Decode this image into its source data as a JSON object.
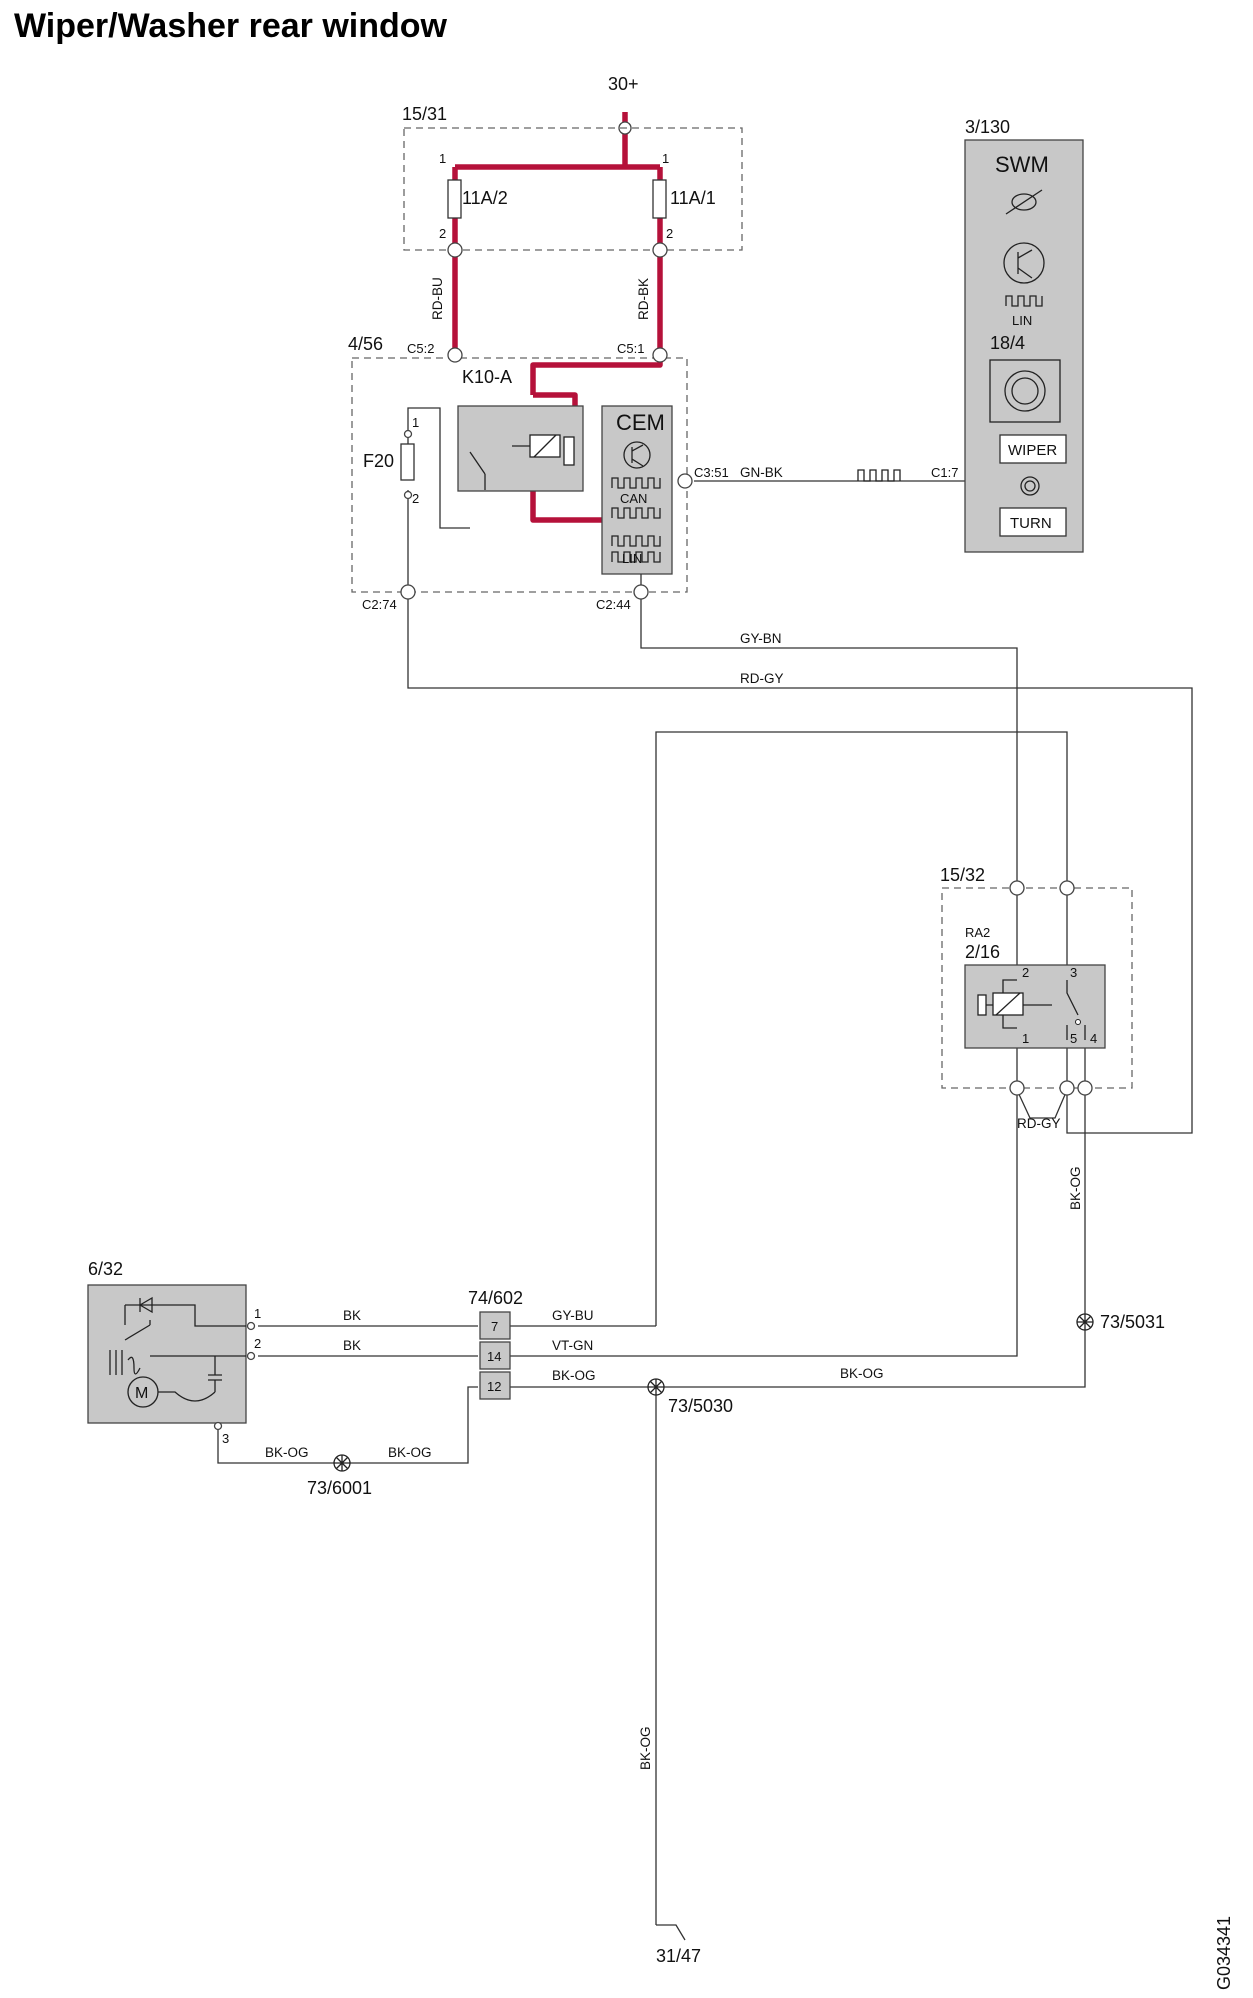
{
  "title": "Wiper/Washer rear window",
  "drawing_number": "G034341",
  "supply": "30+",
  "fuse_box": {
    "ref": "15/31",
    "fuse_left": "11A/2",
    "fuse_right": "11A/1",
    "pin_1": "1",
    "pin_2": "2"
  },
  "cem_module": {
    "ref": "4/56",
    "relay": "K10-A",
    "fuse": "F20",
    "fuse_pin_1": "1",
    "fuse_pin_2": "2",
    "controller": "CEM",
    "can_label": "CAN",
    "lin_label": "LIN",
    "conn_c5_2": "C5:2",
    "conn_c5_1": "C5:1",
    "conn_c3_51": "C3:51",
    "conn_c2_74": "C2:74",
    "conn_c2_44": "C2:44"
  },
  "swm": {
    "ref": "3/130",
    "label": "SWM",
    "lin_label": "LIN",
    "switch_ref": "18/4",
    "wiper_label": "WIPER",
    "turn_label": "TURN",
    "conn_c1_7": "C1:7"
  },
  "relay_box": {
    "ref": "15/32",
    "relay_id": "RA2",
    "relay_ref": "2/16",
    "pins": [
      "2",
      "3",
      "1",
      "5",
      "4"
    ]
  },
  "motor": {
    "ref": "6/32",
    "pin_1": "1",
    "pin_2": "2",
    "pin_3": "3"
  },
  "connector": {
    "ref": "74/602",
    "pins": [
      "7",
      "14",
      "12"
    ]
  },
  "grounds": {
    "g6001": "73/6001",
    "g5030": "73/5030",
    "g5031": "73/5031",
    "chassis": "31/47"
  },
  "wires": {
    "rd_bu": "RD-BU",
    "rd_bk": "RD-BK",
    "gn_bk": "GN-BK",
    "gy_bn": "GY-BN",
    "rd_gy_top": "RD-GY",
    "rd_gy_relay": "RD-GY",
    "bk_og_relay": "BK-OG",
    "bk_1": "BK",
    "bk_2": "BK",
    "gy_bu": "GY-BU",
    "vt_gn": "VT-GN",
    "bk_og_conn": "BK-OG",
    "bk_og_right": "BK-OG",
    "bk_og_g1": "BK-OG",
    "bk_og_g2": "BK-OG",
    "bk_og_vert": "BK-OG"
  },
  "colors": {
    "power_wire": "#b5113a",
    "signal_wire": "#333333",
    "component_fill": "#c8c8c8"
  }
}
